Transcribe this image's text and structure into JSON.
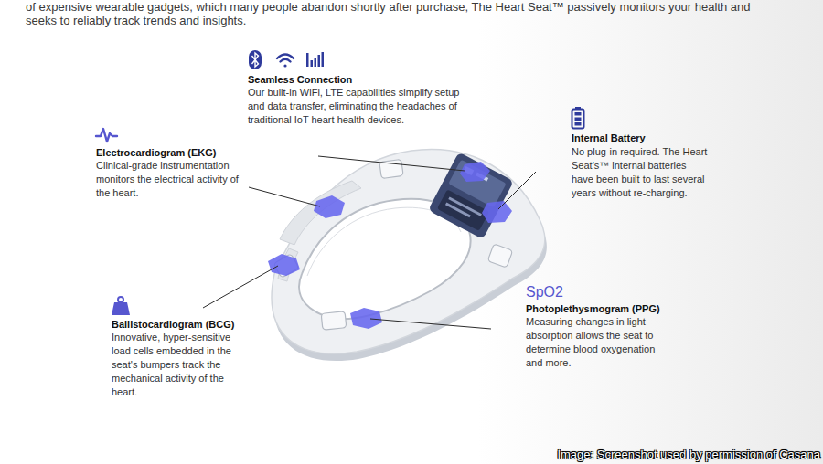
{
  "diagram": {
    "caption": "Image: Screenshot used by permission of Casana",
    "labels": [
      "of expensive wearable gadgets, which many people abandon shortly after purchase, The Heart Seat™ passively monitors your health and seeks to reliably track trends and insights.",
      "Seamless Connection",
      "Our built-in WiFi, LTE capabilities simplify setup and data transfer, eliminating the headaches of traditional IoT heart health devices.",
      "Electrocardiogram (EKG)",
      "Clinical-grade instrumentation monitors the electrical activity of the heart.",
      "Internal Battery",
      "No plug-in required. The Heart Seat's™ internal batteries have been built to last several years without re-charging.",
      "SpO2",
      "Photoplethysmogram (PPG)",
      "Measuring changes in light absorption allows the seat to determine blood oxygenation and more.",
      "Ballistocardiogram (BCG)",
      "Innovative, hyper-sensitive load cells embedded in the seat's bumpers track the mechanical activity of the heart."
    ]
  }
}
